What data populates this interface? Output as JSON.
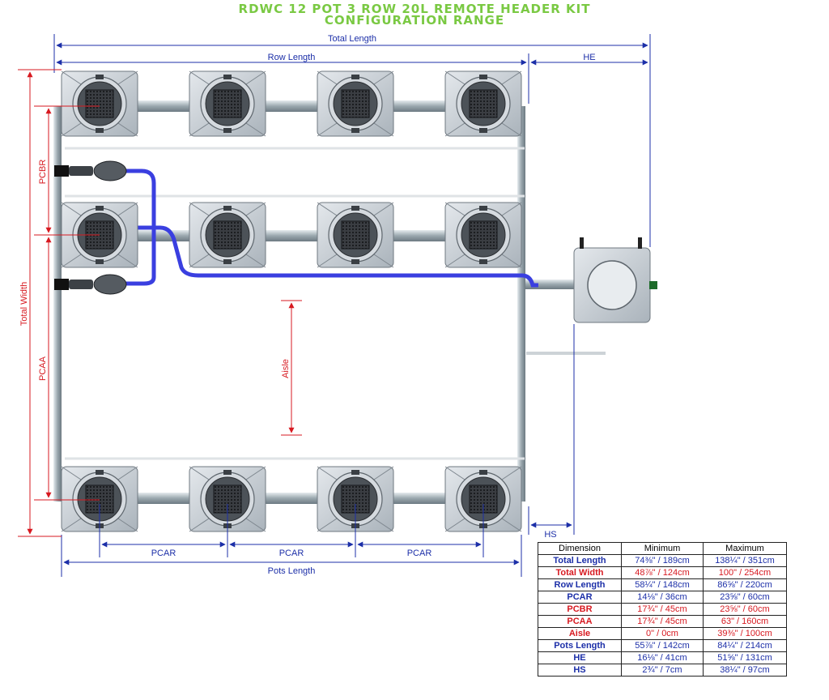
{
  "title": {
    "line1": "RDWC 12 POT 3 ROW 20L REMOTE HEADER KIT",
    "line2": "CONFIGURATION RANGE"
  },
  "labels": {
    "total_length": "Total Length",
    "row_length": "Row Length",
    "he": "HE",
    "hs": "HS",
    "total_width": "Total Width",
    "pcbr": "PCBR",
    "pcaa": "PCAA",
    "aisle": "Aisle",
    "pcar_1": "PCAR",
    "pcar_2": "PCAR",
    "pcar_3": "PCAR",
    "pots_length": "Pots Length"
  },
  "colors": {
    "title_green": "#7ac943",
    "dimension_blue": "#1c2fa8",
    "dimension_red": "#d71920",
    "pipe_blue": "#3a3fe0",
    "pot_grey": "#c9cfd6",
    "frame_grey": "#a9b3ba"
  },
  "table": {
    "headers": [
      "Dimension",
      "Minimum",
      "Maximum"
    ],
    "rows": [
      {
        "name": "Total Length",
        "min": "74⅜\" / 189cm",
        "max": "138¼\" / 351cm",
        "color": "blue"
      },
      {
        "name": "Total Width",
        "min": "48⅞\" / 124cm",
        "max": "100\" / 254cm",
        "color": "red"
      },
      {
        "name": "Row Length",
        "min": "58¼\" / 148cm",
        "max": "86⅝\" / 220cm",
        "color": "blue"
      },
      {
        "name": "PCAR",
        "min": "14⅛\" / 36cm",
        "max": "23⅝\" / 60cm",
        "color": "blue"
      },
      {
        "name": "PCBR",
        "min": "17¾\" / 45cm",
        "max": "23⅝\" / 60cm",
        "color": "red"
      },
      {
        "name": "PCAA",
        "min": "17¾\" / 45cm",
        "max": "63\" / 160cm",
        "color": "red"
      },
      {
        "name": "Aisle",
        "min": "0\" / 0cm",
        "max": "39⅜\" / 100cm",
        "color": "red"
      },
      {
        "name": "Pots Length",
        "min": "55⅞\" / 142cm",
        "max": "84¼\" / 214cm",
        "color": "blue"
      },
      {
        "name": "HE",
        "min": "16⅛\" / 41cm",
        "max": "51⅝\" / 131cm",
        "color": "blue"
      },
      {
        "name": "HS",
        "min": "2¾\" / 7cm",
        "max": "38¼\" / 97cm",
        "color": "blue"
      }
    ]
  }
}
